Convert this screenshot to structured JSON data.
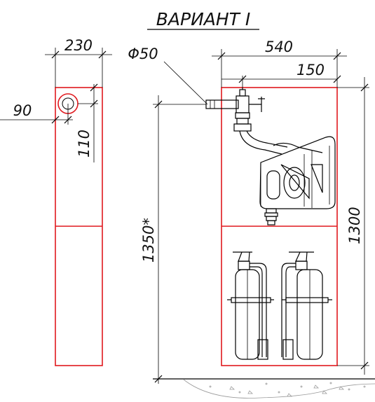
{
  "title": "ВАРИАНТ I",
  "dimensions": {
    "side_width": "230",
    "hole_offset": "90",
    "hole_height": "110",
    "pipe_diameter": "Φ50",
    "cabinet_width": "540",
    "valve_offset": "150",
    "cabinet_height": "1300",
    "total_height": "1350*"
  },
  "colors": {
    "cabinet_outline": "#e0191e",
    "linework": "#000000",
    "ground": "#9a9a9a"
  }
}
